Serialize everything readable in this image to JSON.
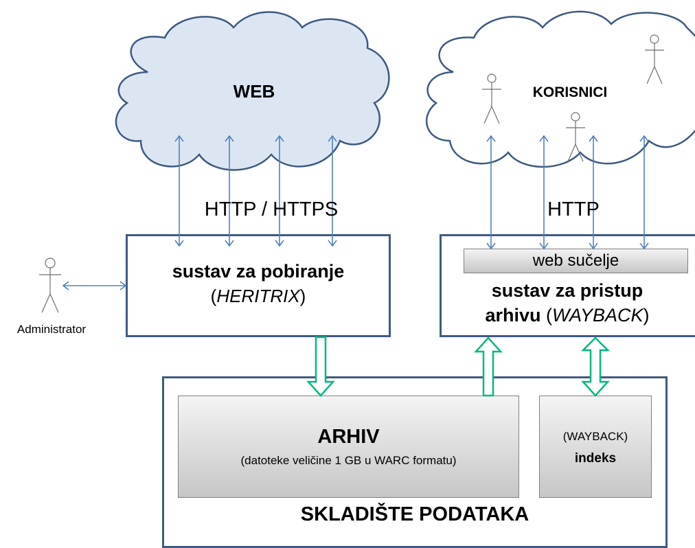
{
  "web_cloud": {
    "label": "WEB"
  },
  "users_cloud": {
    "label": "KORISNICI"
  },
  "protocols": {
    "left": "HTTP / HTTPS",
    "right": "HTTP"
  },
  "crawler": {
    "title": "sustav za pobiranje",
    "subtitle_open": "(",
    "subtitle_name": "HERITRIX",
    "subtitle_close": ")"
  },
  "admin": {
    "label": "Administrator"
  },
  "access": {
    "web_interface": "web sučelje",
    "title_line1": "sustav za pristup",
    "title_line2_bold": "arhivu",
    "title_line2_open": " (",
    "title_line2_name": "WAYBACK",
    "title_line2_close": ")"
  },
  "storage": {
    "label": "SKLADIŠTE PODATAKA"
  },
  "archive": {
    "title": "ARHIV",
    "subtitle": "(datoteke veličine 1 GB u WARC formatu)"
  },
  "index": {
    "line1": "(WAYBACK)",
    "line2": "indeks"
  },
  "colors": {
    "box_border": "#3d5a82",
    "cloud_fill_web": "#dce6f2",
    "cloud_border": "#3d5a82",
    "thin_arrow": "#4f81bd",
    "wide_arrow": "#00b981"
  }
}
